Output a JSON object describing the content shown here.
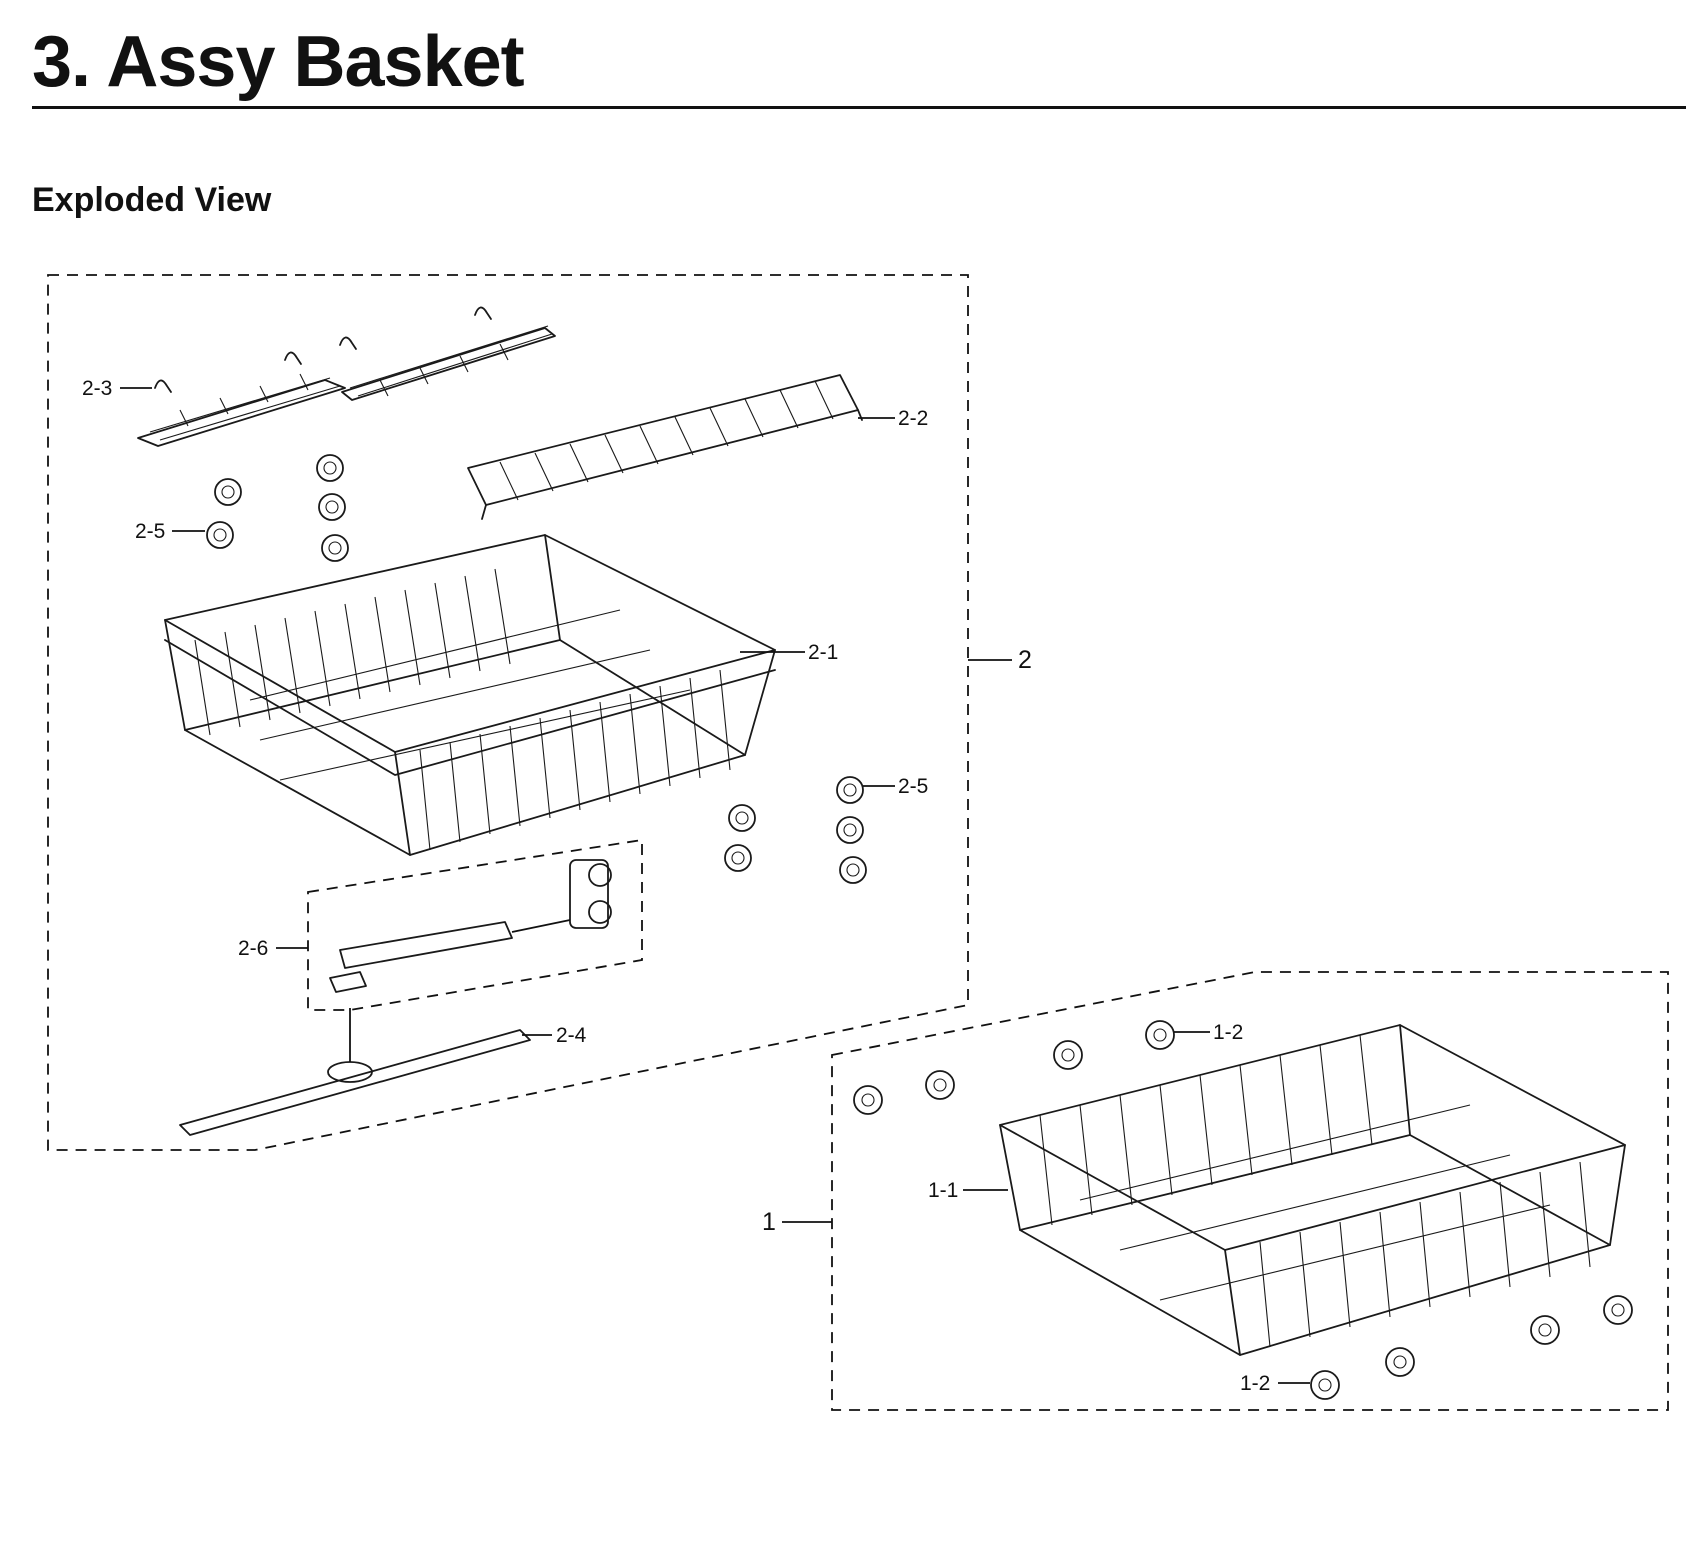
{
  "page": {
    "title": "3.  Assy Basket",
    "subtitle": "Exploded View"
  },
  "callouts": {
    "c2_3": "2-3",
    "c2_2": "2-2",
    "c2_5a": "2-5",
    "c2_1": "2-1",
    "c2": "2",
    "c2_5b": "2-5",
    "c2_6": "2-6",
    "c2_4": "2-4",
    "c1_2a": "1-2",
    "c1_1": "1-1",
    "c1": "1",
    "c1_2b": "1-2"
  }
}
